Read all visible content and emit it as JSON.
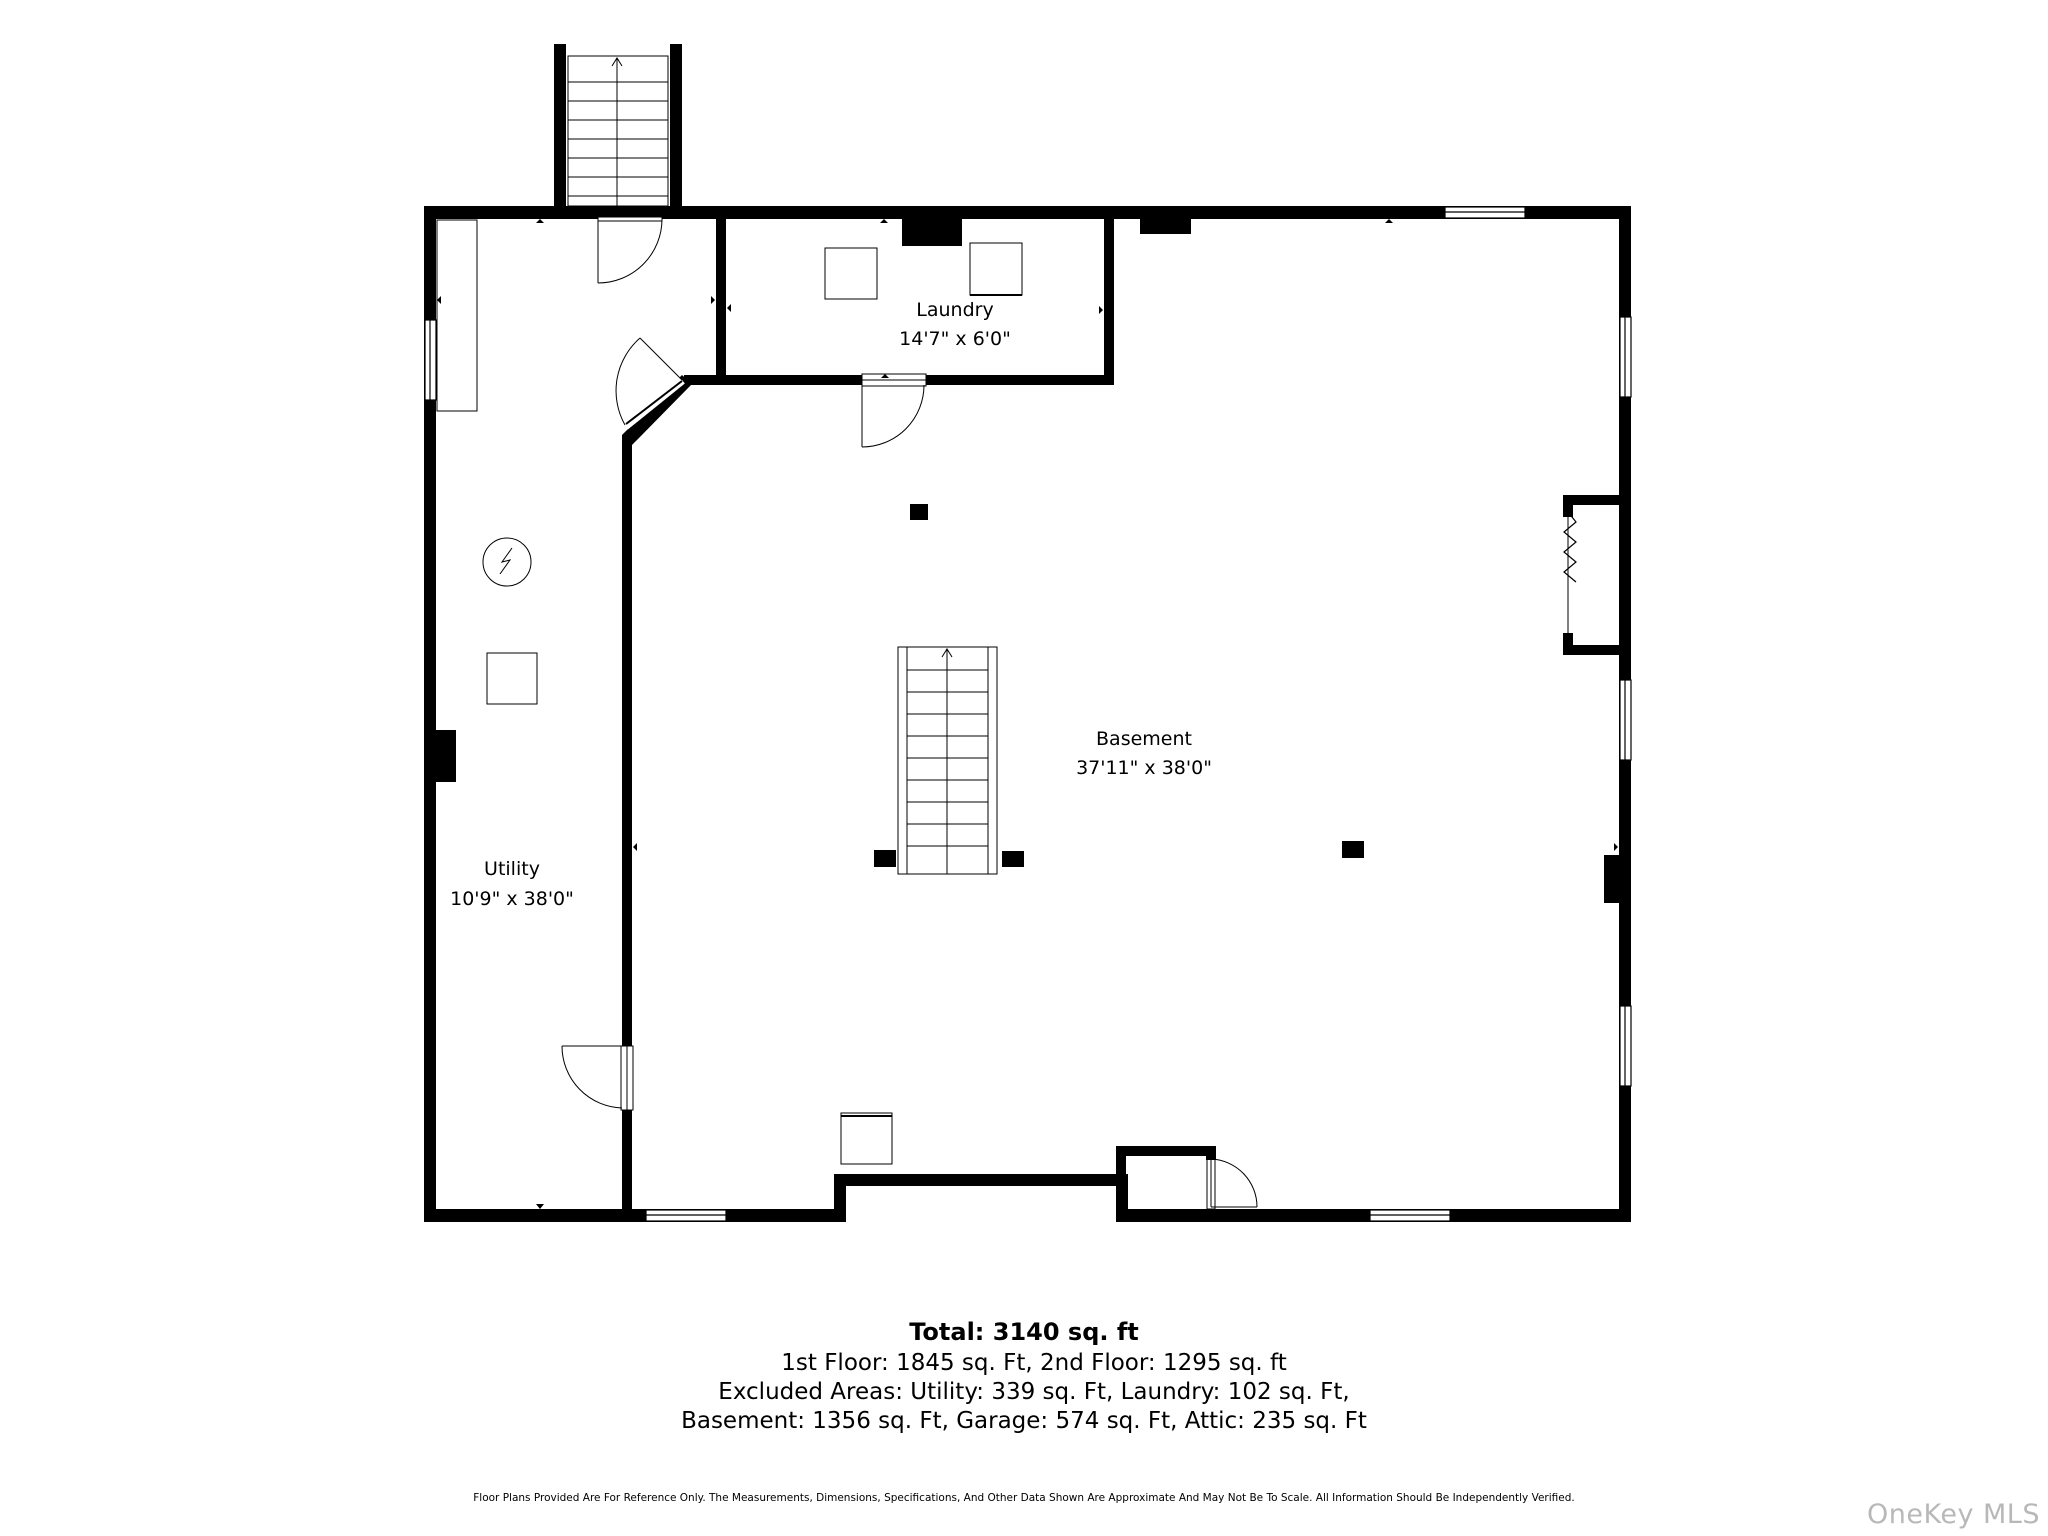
{
  "rooms": {
    "laundry": {
      "name": "Laundry",
      "dims": "14'7\" x 6'0\""
    },
    "basement": {
      "name": "Basement",
      "dims": "37'11\" x 38'0\""
    },
    "utility": {
      "name": "Utility",
      "dims": "10'9\" x 38'0\""
    }
  },
  "summary": {
    "total": "Total: 3140 sq. ft",
    "floors": "1st Floor: 1845 sq. Ft, 2nd Floor: 1295 sq. ft",
    "excluded": "Excluded Areas: Utility: 339 sq. Ft, Laundry: 102 sq. Ft,",
    "excluded_cont": "Basement: 1356 sq. Ft, Garage: 574 sq. Ft,  Attic: 235 sq. Ft"
  },
  "disclaimer": "Floor Plans Provided Are For Reference Only. The Measurements, Dimensions, Specifications, And Other Data Shown Are Approximate And May Not Be To Scale. All Information Should Be Independently Verified.",
  "watermark": "OneKey MLS"
}
